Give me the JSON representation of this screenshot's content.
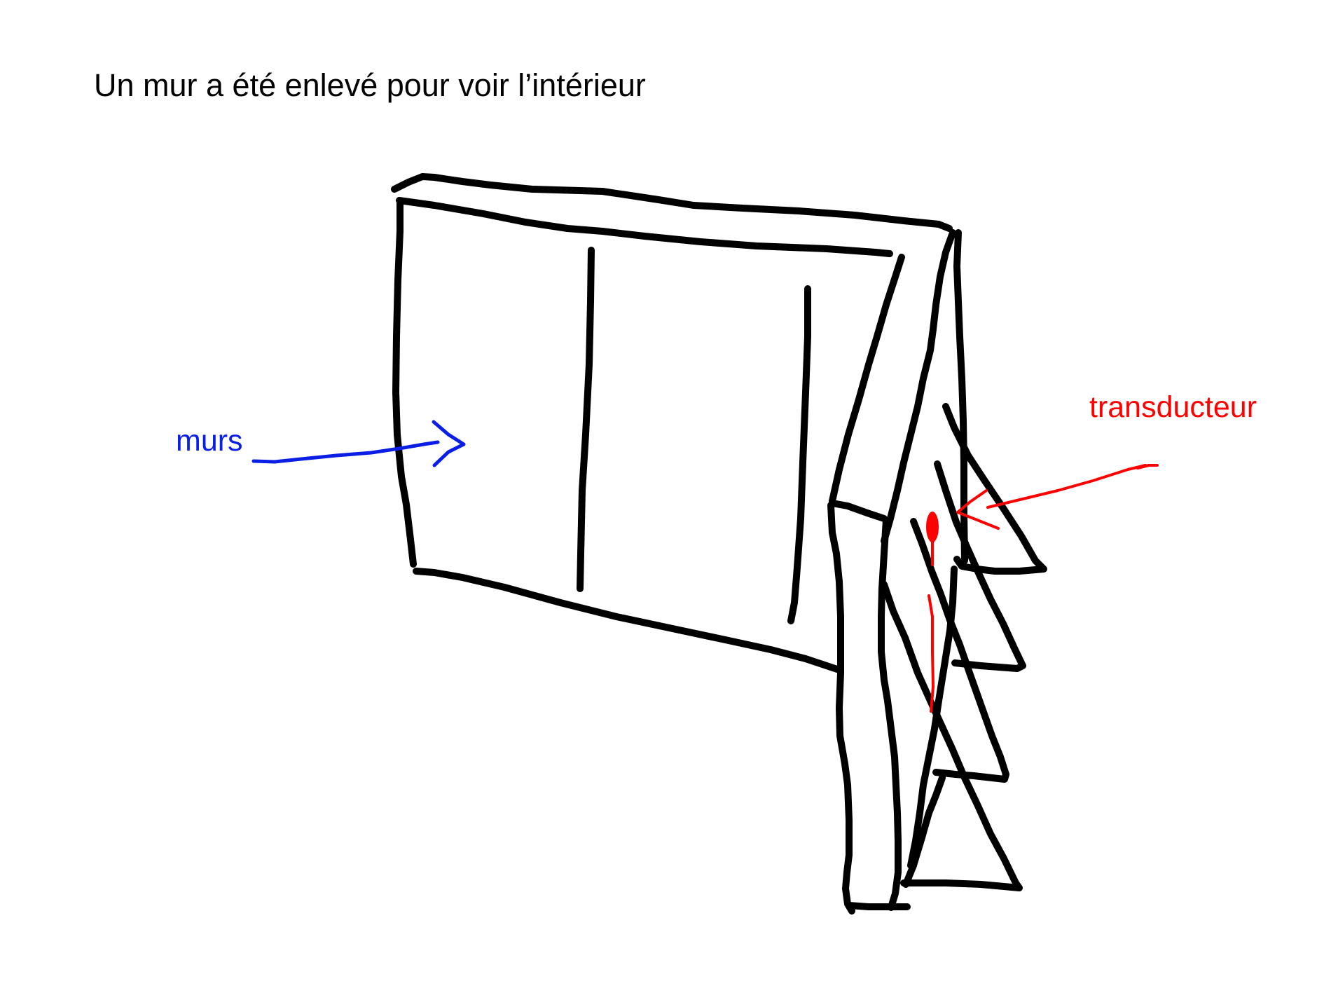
{
  "title": "Un mur a été enlevé pour voir l’intérieur",
  "labels": {
    "walls": "murs",
    "transducer": "transducteur"
  },
  "colors": {
    "ink": "#000000",
    "walls_label": "#0a1ee6",
    "transducer_label": "#ff0000"
  }
}
